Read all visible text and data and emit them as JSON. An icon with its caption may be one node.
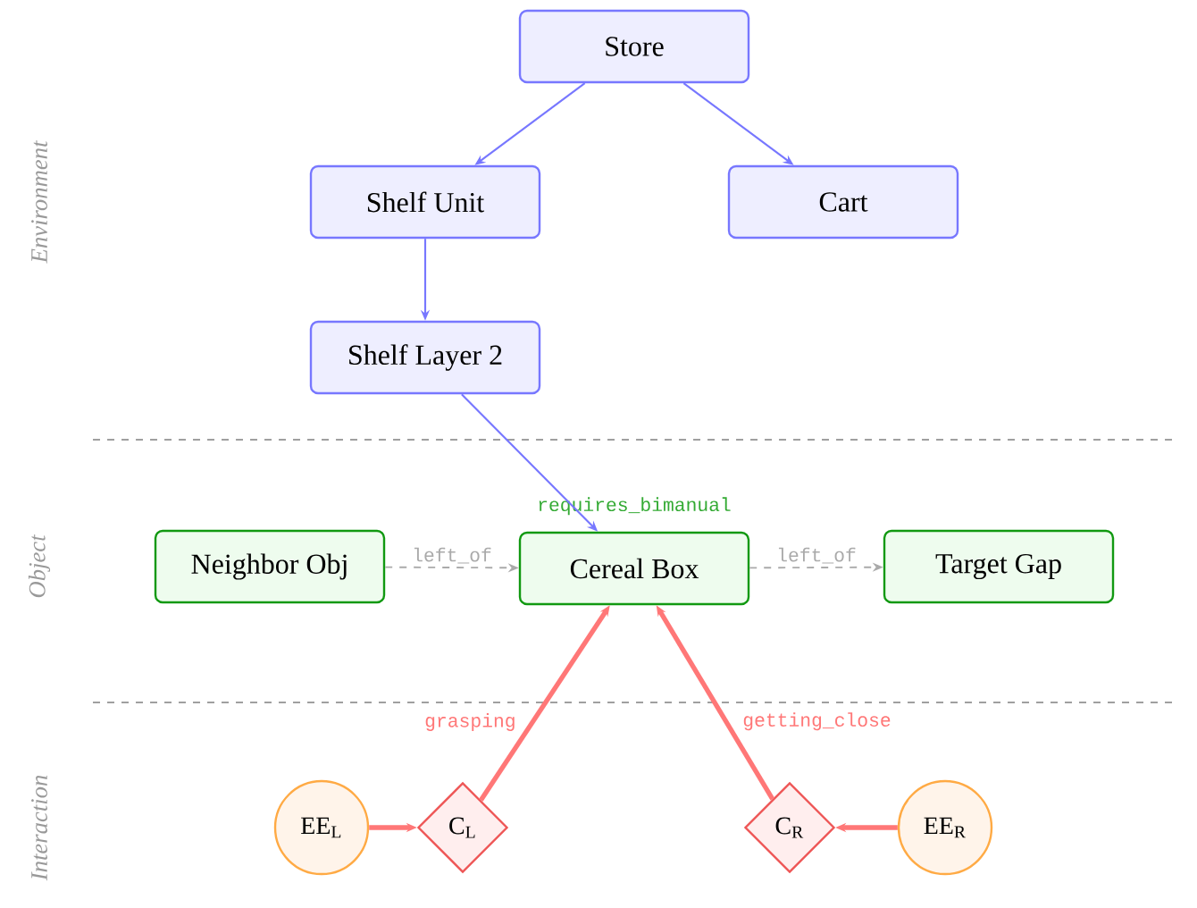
{
  "diagram": {
    "nodes": [
      {
        "text": [
          "Store"
        ]
      },
      {
        "text": [
          "Shelf Unit"
        ]
      },
      {
        "text": [
          "Cart"
        ]
      },
      {
        "text": [
          "Shelf Layer 2"
        ]
      },
      {
        "text": [
          "Neighbor Obj"
        ]
      },
      {
        "text": [
          "Cereal Box"
        ],
        "beside": [
          "requires_bimanual"
        ]
      },
      {
        "text": [
          "Target Gap"
        ]
      },
      {
        "text": [
          "EE$_{L}$"
        ]
      },
      {
        "text": [
          "C$_{L}$"
        ]
      },
      {
        "text": [
          "C$_{R}$"
        ]
      },
      {
        "text": [
          "EE$_{R}$"
        ]
      }
    ],
    "edges": [
      {
        "from": 0,
        "to": 1,
        "arrow": "to"
      },
      {
        "from": 0,
        "to": 2,
        "arrow": "to"
      },
      {
        "from": 1,
        "to": 3,
        "arrow": "to"
      },
      {
        "from": 3,
        "to": 5,
        "arrow": "to"
      },
      {
        "from": 4,
        "to": 5,
        "arrow": "to",
        "label": "left_of",
        "style": "dashed",
        "color": "#aaaaaa"
      },
      {
        "from": 5,
        "to": 6,
        "arrow": "to",
        "label": "left_of",
        "style": "dashed",
        "color": "#aaaaaa"
      },
      {
        "from": 7,
        "to": 8,
        "arrow": "to",
        "style": "thick",
        "color": "#ff7777"
      },
      {
        "from": 8,
        "to": 5,
        "arrow": "to",
        "label": "grasping",
        "style": "thick",
        "color": "#ff7777"
      },
      {
        "from": 10,
        "to": 9,
        "arrow": "to",
        "style": "thick",
        "color": "#ff7777"
      },
      {
        "from": 9,
        "to": 5,
        "arrow": "to",
        "label": "getting_close",
        "style": "thick",
        "color": "#ff7777"
      }
    ],
    "labels": [
      "Environment",
      "Object",
      "Interaction"
    ]
  }
}
